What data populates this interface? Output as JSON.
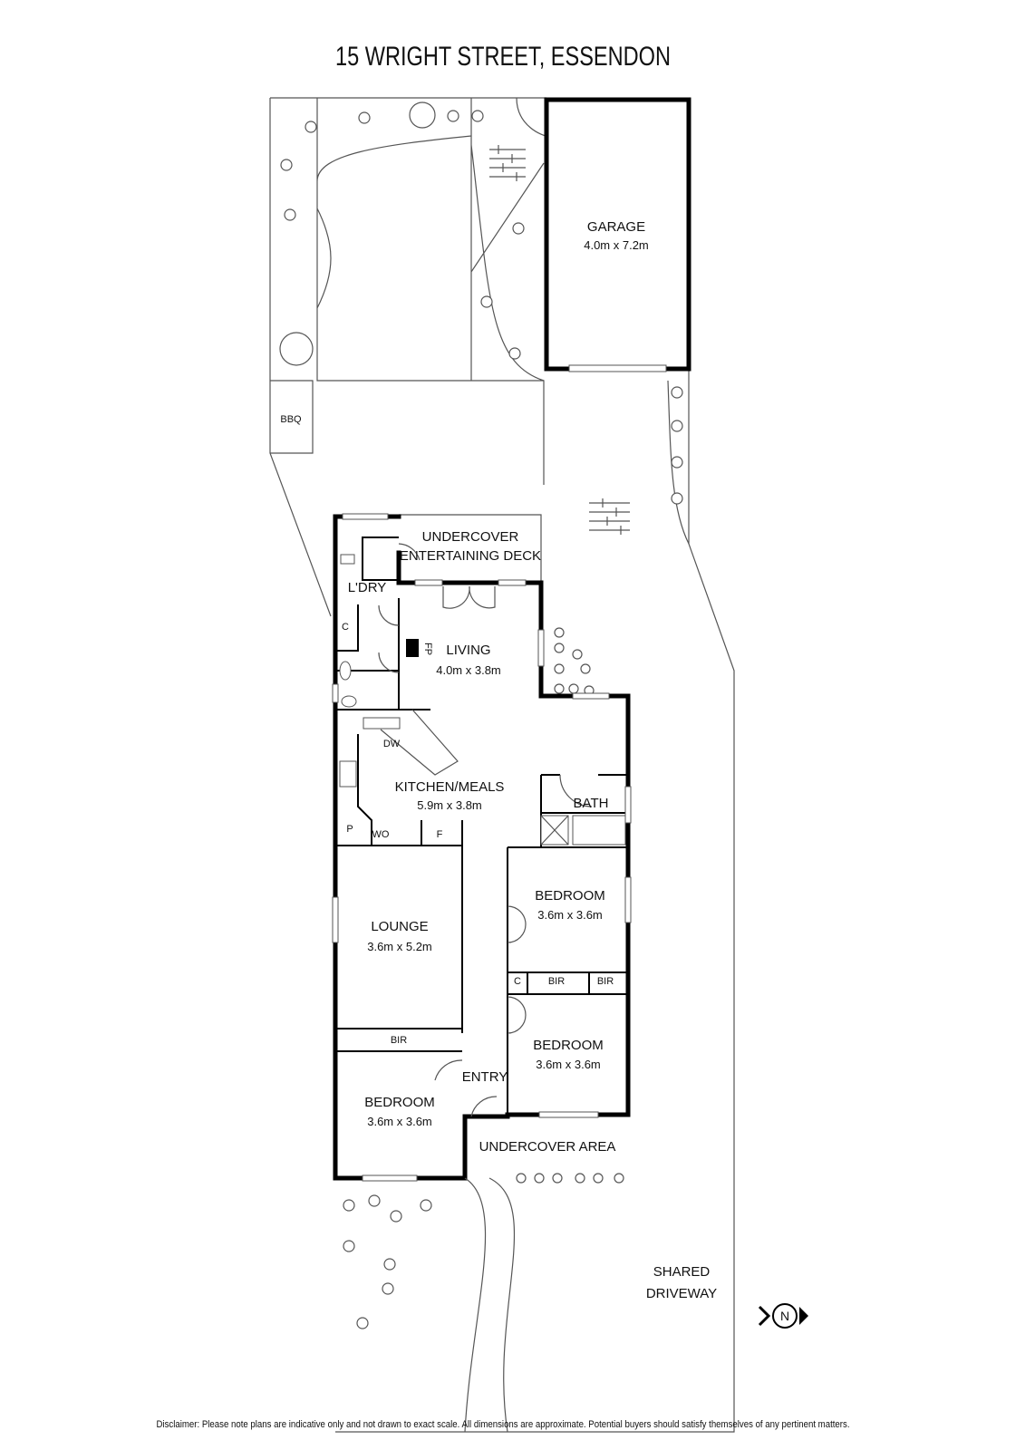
{
  "title": "15 WRIGHT STREET, ESSENDON",
  "rooms": {
    "garage": {
      "name": "GARAGE",
      "dims": "4.0m x 7.2m"
    },
    "bbq": {
      "name": "BBQ"
    },
    "deck": {
      "line1": "UNDERCOVER",
      "line2": "ENTERTAINING DECK"
    },
    "laundry": {
      "name": "L'DRY"
    },
    "cupboard1": {
      "name": "C"
    },
    "fireplace": {
      "name": "FP"
    },
    "living": {
      "name": "LIVING",
      "dims": "4.0m x 3.8m"
    },
    "dishwasher": {
      "name": "DW"
    },
    "kitchen": {
      "name": "KITCHEN/MEALS",
      "dims": "5.9m x 3.8m"
    },
    "bath": {
      "name": "BATH"
    },
    "pantry": {
      "name": "P"
    },
    "wall_oven": {
      "name": "WO"
    },
    "fridge": {
      "name": "F"
    },
    "bedroom1": {
      "name": "BEDROOM",
      "dims": "3.6m x 3.6m"
    },
    "lounge": {
      "name": "LOUNGE",
      "dims": "3.6m x 5.2m"
    },
    "cupboard2": {
      "name": "C"
    },
    "bir1": {
      "name": "BIR"
    },
    "bir2": {
      "name": "BIR"
    },
    "bir3": {
      "name": "BIR"
    },
    "bedroom2": {
      "name": "BEDROOM",
      "dims": "3.6m x 3.6m"
    },
    "entry": {
      "name": "ENTRY"
    },
    "bedroom3": {
      "name": "BEDROOM",
      "dims": "3.6m x 3.6m"
    },
    "undercover_area": {
      "name": "UNDERCOVER AREA"
    },
    "driveway": {
      "line1": "SHARED",
      "line2": "DRIVEWAY"
    }
  },
  "compass": {
    "label": "N"
  },
  "disclaimer": "Disclaimer: Please note plans are indicative only and not drawn to exact scale. All dimensions are approximate. Potential buyers should satisfy themselves of any pertinent matters."
}
